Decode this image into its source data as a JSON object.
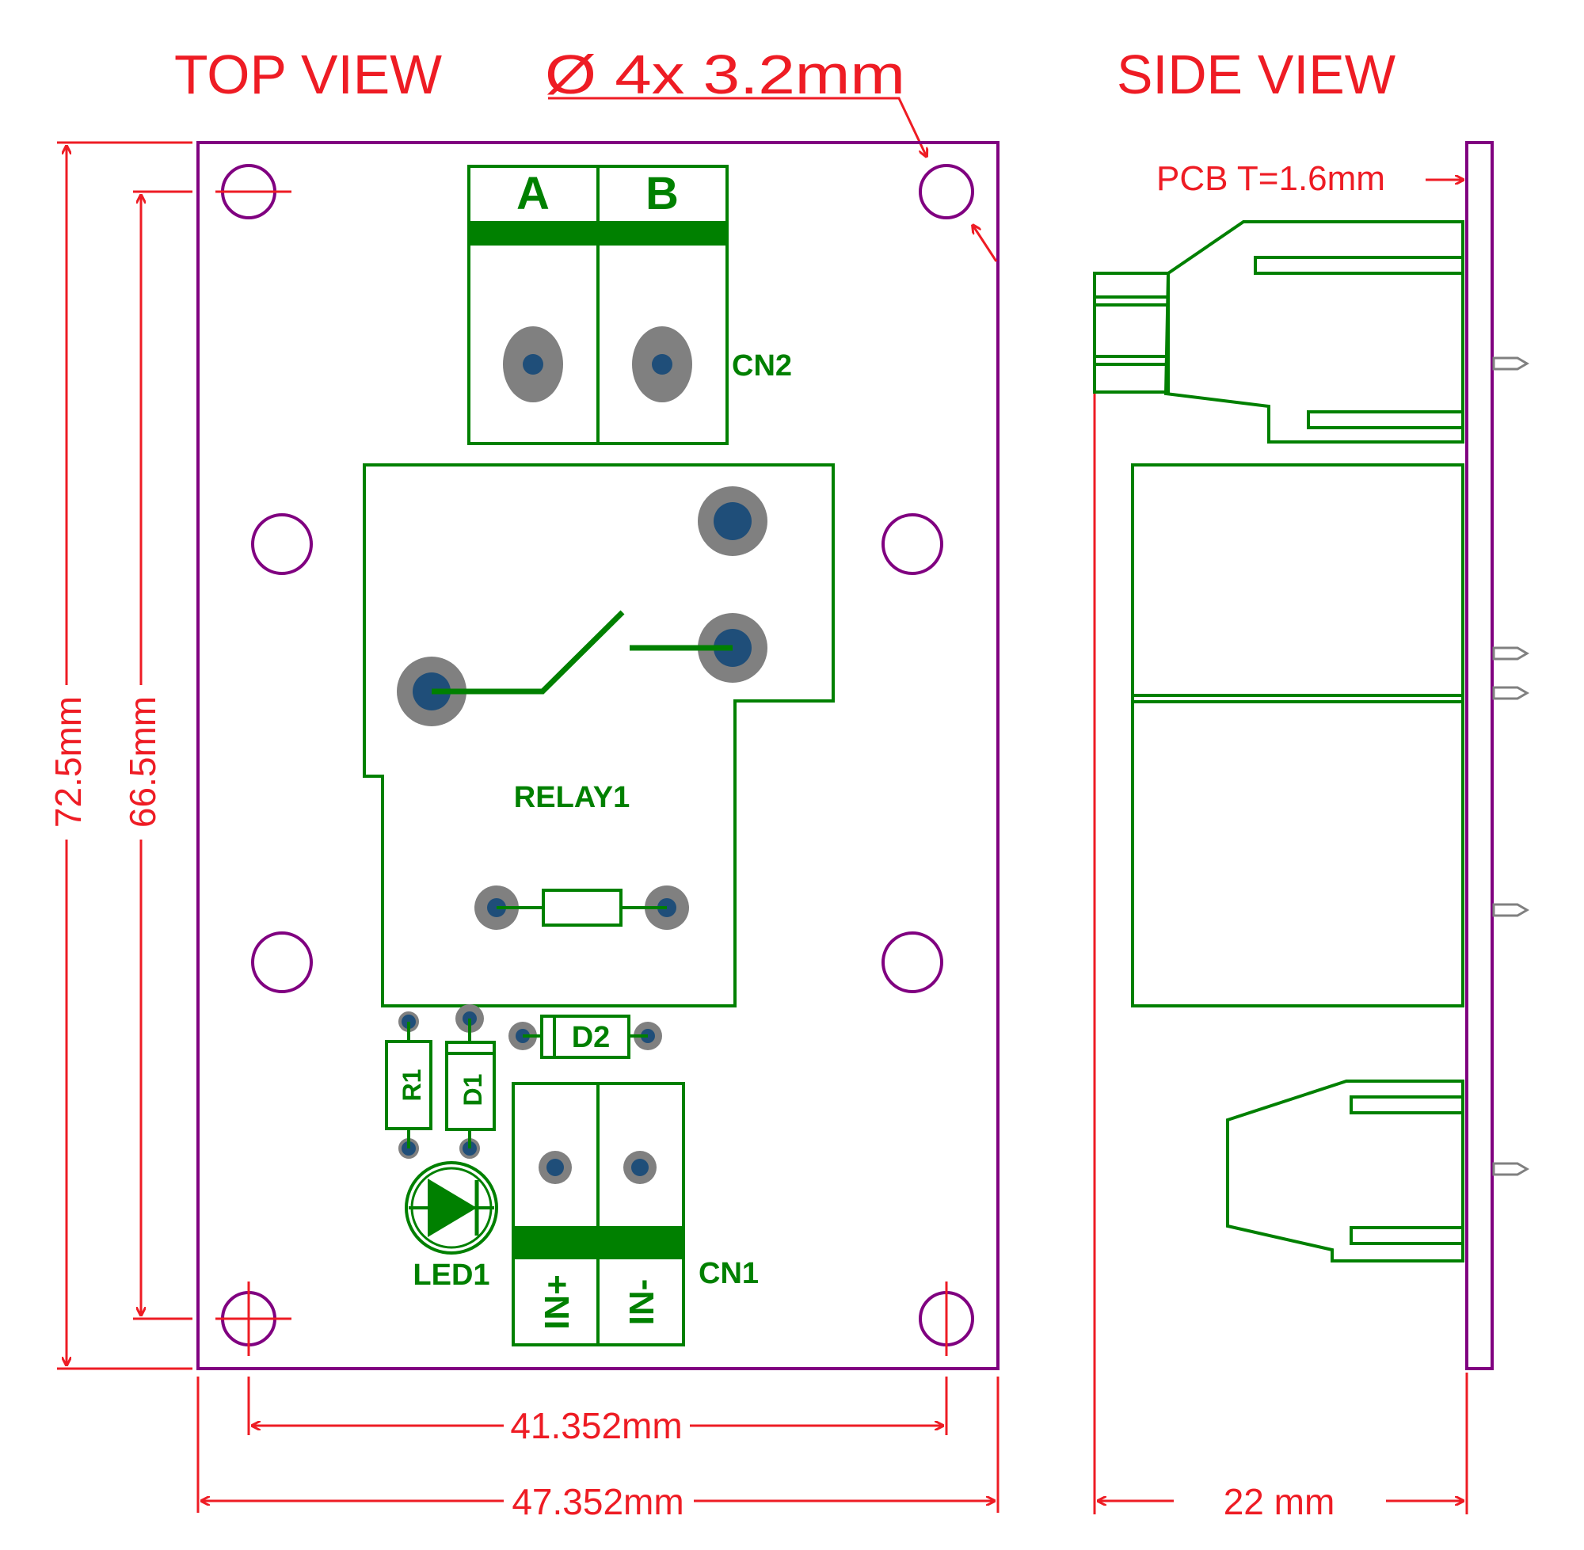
{
  "titles": {
    "top_view": "TOP VIEW",
    "side_view": "SIDE VIEW",
    "holes": "Ø 4x  3.2mm"
  },
  "dimensions": {
    "height_outer": "72.5mm",
    "height_inner": "66.5mm",
    "width_inner": "41.352mm",
    "width_outer": "47.352mm",
    "side_depth": "22  mm",
    "pcb_thickness": "PCB  T=1.6mm"
  },
  "components": {
    "cn2": "CN2",
    "cn2_a": "A",
    "cn2_b": "B",
    "relay": "RELAY1",
    "d2": "D2",
    "r1": "R1",
    "d1": "D1",
    "led": "LED1",
    "cn1": "CN1",
    "cn1_plus": "IN+",
    "cn1_minus": "IN-"
  },
  "colors": {
    "dimension": "#ee1c24",
    "silkscreen": "#008000",
    "board_outline": "#800080",
    "pad": "#808080",
    "pad_hole": "#1f4e79"
  }
}
